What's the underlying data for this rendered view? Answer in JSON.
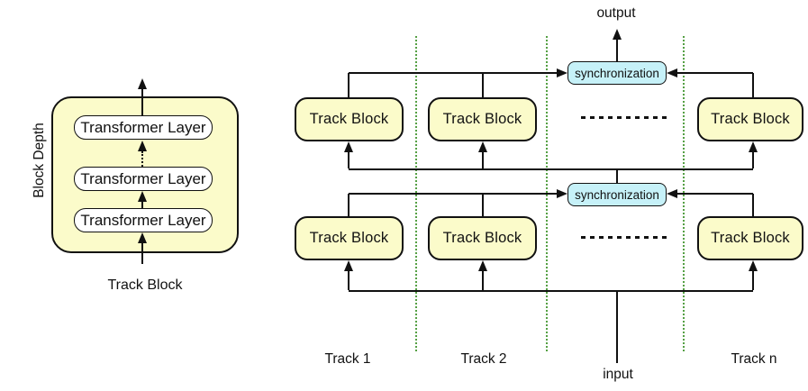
{
  "left_panel": {
    "axis_label": "Block Depth",
    "caption": "Track Block",
    "layers": [
      "Transformer Layer",
      "Transformer Layer",
      "Transformer Layer"
    ]
  },
  "right_panel": {
    "output_label": "output",
    "input_label": "input",
    "sync_boxes": [
      "synchronization",
      "synchronization"
    ],
    "top_row_blocks": [
      "Track Block",
      "Track Block",
      "Track Block"
    ],
    "bottom_row_blocks": [
      "Track Block",
      "Track Block",
      "Track Block"
    ],
    "track_labels": [
      "Track 1",
      "Track 2",
      "Track n"
    ]
  },
  "colors": {
    "track_block_fill": "#fbfbca",
    "sync_fill": "#c6f1f8",
    "divider_green": "#55a044",
    "line": "#111111"
  }
}
